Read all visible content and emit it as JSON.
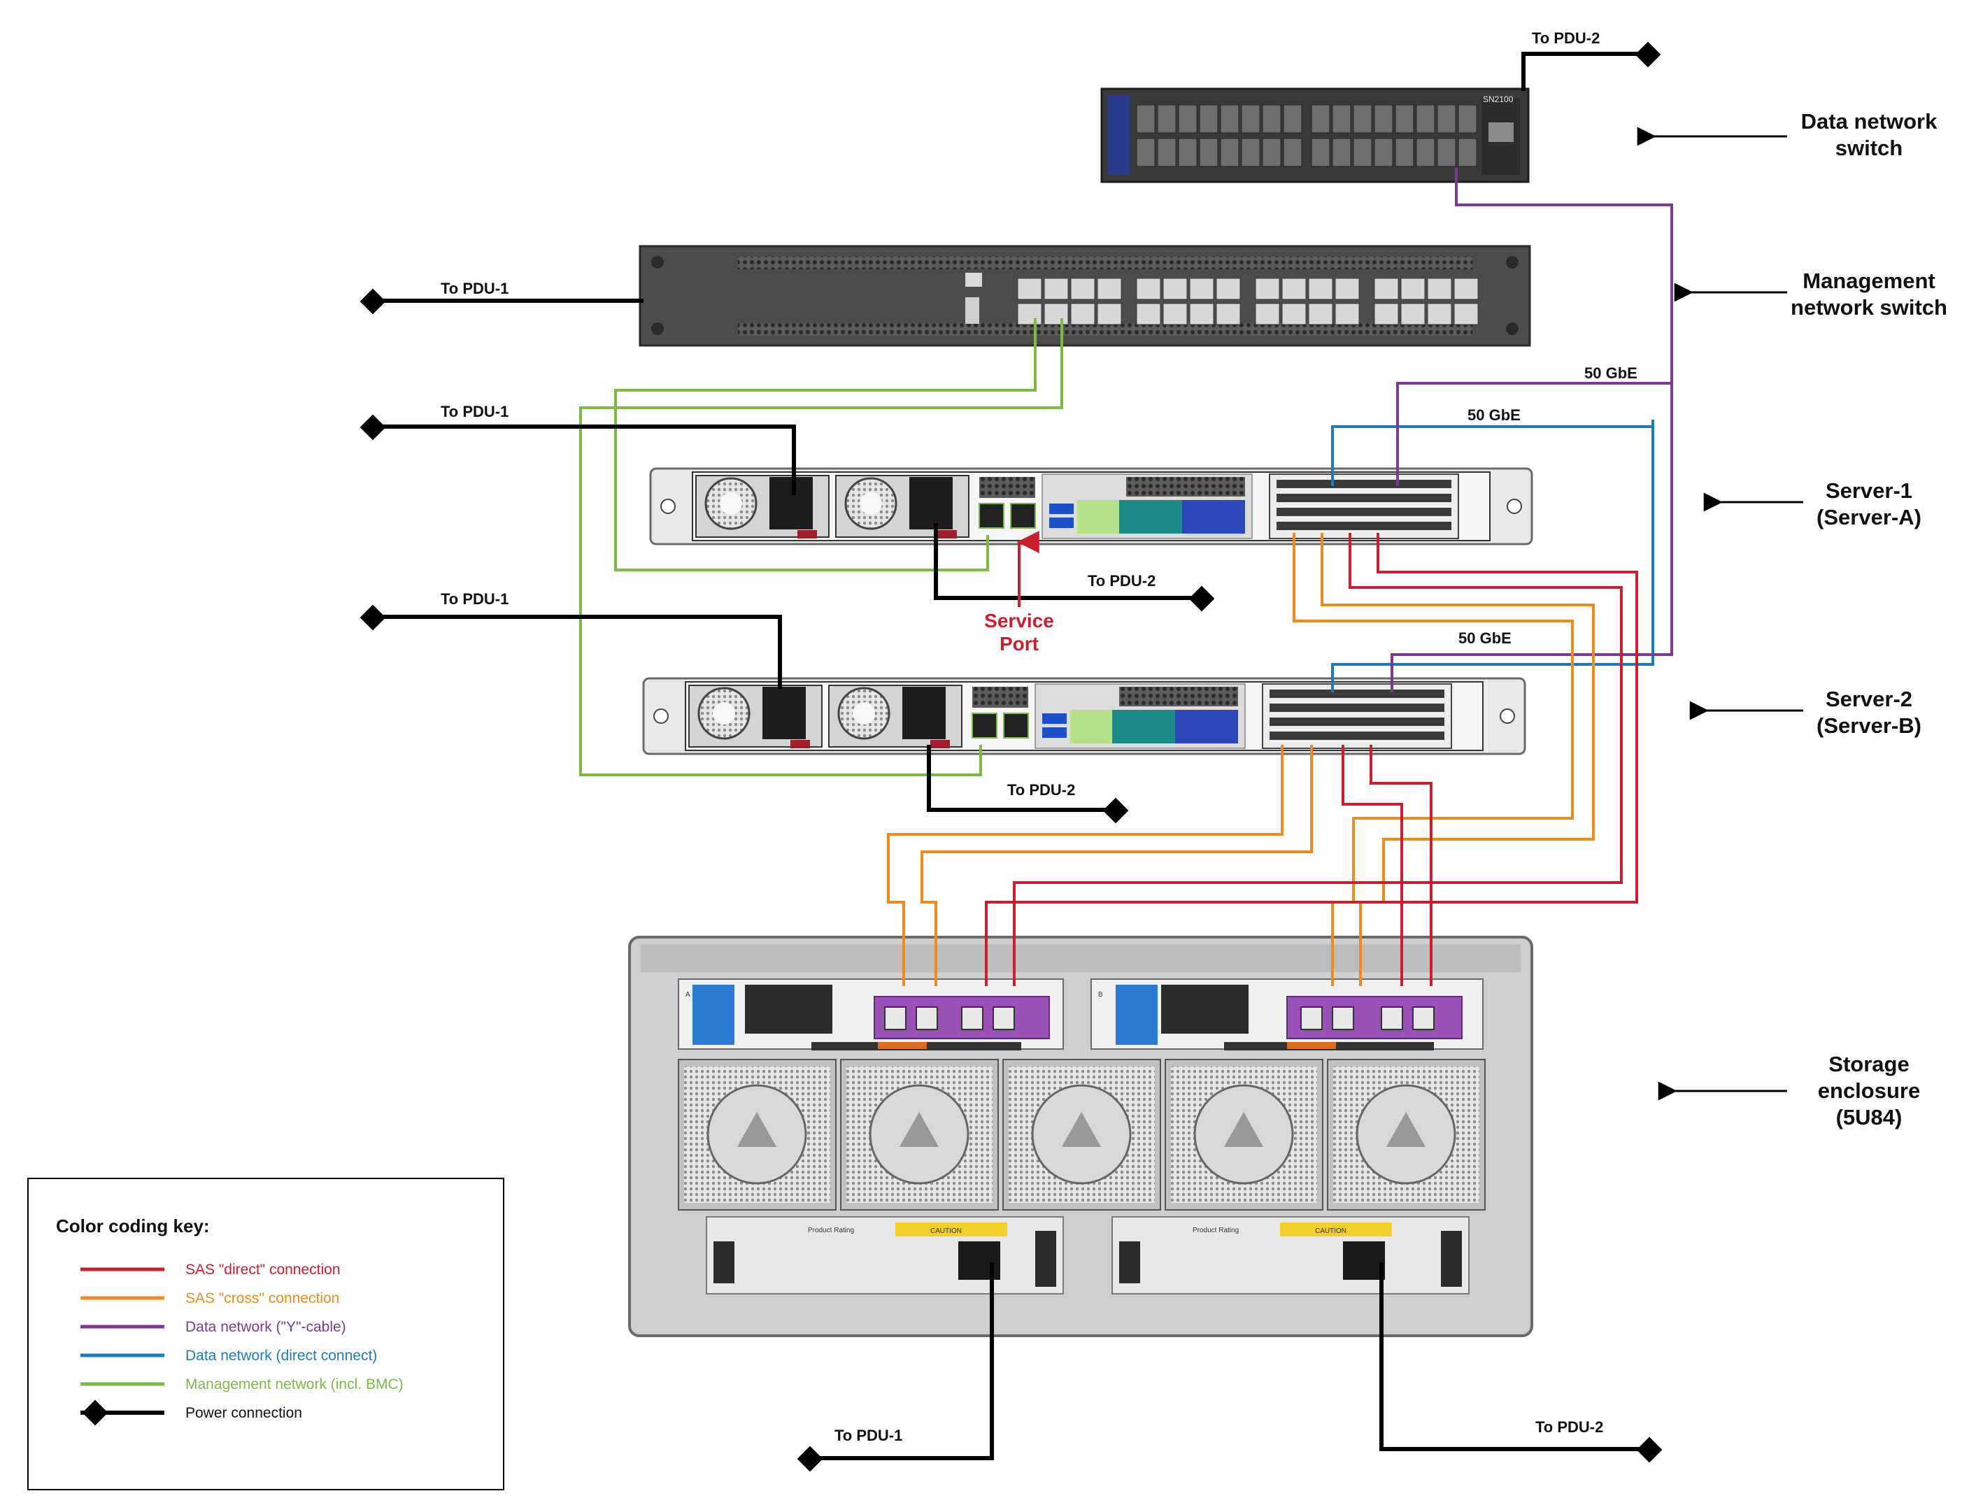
{
  "devices": {
    "data_switch": {
      "label_line1": "Data network",
      "label_line2": "switch",
      "model": "SN2100"
    },
    "mgmt_switch": {
      "label_line1": "Management",
      "label_line2": "network switch"
    },
    "server1": {
      "label_line1": "Server-1",
      "label_line2": "(Server-A)"
    },
    "server2": {
      "label_line1": "Server-2",
      "label_line2": "(Server-B)"
    },
    "storage": {
      "label_line1": "Storage",
      "label_line2": "enclosure",
      "label_line3": "(5U84)",
      "controller_a": "A",
      "controller_b": "B",
      "caution": "CAUTION",
      "product_rating": "Product Rating"
    }
  },
  "power": {
    "ds_pdu2": "To PDU-2",
    "mgmt_pdu1": "To PDU-1",
    "s1_pdu1": "To PDU-1",
    "s1_pdu2": "To PDU-2",
    "s2_pdu1": "To PDU-1",
    "s2_pdu2": "To PDU-2",
    "st_pdu1": "To PDU-1",
    "st_pdu2": "To PDU-2"
  },
  "links": {
    "gbe1": "50 GbE",
    "gbe2": "50 GbE",
    "gbe3": "50 GbE"
  },
  "service_port": {
    "line1": "Service",
    "line2": "Port"
  },
  "colors": {
    "sas_direct": "#c8202e",
    "sas_cross": "#ec8b22",
    "data_y": "#7b3a91",
    "data_direct": "#1f7ab8",
    "mgmt": "#7cb947",
    "power": "#000000"
  },
  "key": {
    "title": "Color coding key:",
    "items": [
      {
        "label": "SAS \"direct\" connection",
        "color": "#c8202e"
      },
      {
        "label": "SAS \"cross\" connection",
        "color": "#ec8b22"
      },
      {
        "label": "Data network (\"Y\"-cable)",
        "color": "#7b3a91"
      },
      {
        "label": "Data network (direct connect)",
        "color": "#1f7ab8"
      },
      {
        "label": "Management network (incl. BMC)",
        "color": "#7cb947"
      },
      {
        "label": "Power connection",
        "color": "#000000"
      }
    ]
  }
}
